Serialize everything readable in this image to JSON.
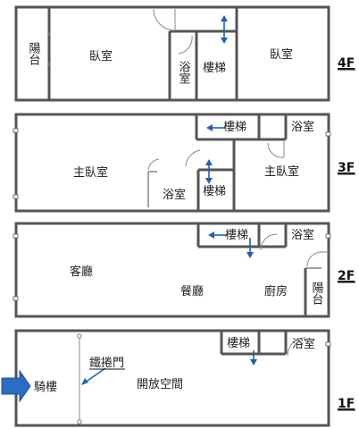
{
  "floors": {
    "f4": {
      "label": "4F",
      "rooms": {
        "balcony": "陽台",
        "bedroom_left": "臥室",
        "bathroom": "浴室",
        "stairs": "樓梯",
        "bedroom_right": "臥室"
      }
    },
    "f3": {
      "label": "3F",
      "rooms": {
        "stairs_top": "樓梯",
        "bathroom_right": "浴室",
        "master_left": "主臥室",
        "master_right": "主臥室",
        "bathroom_mid": "浴室",
        "stairs_mid": "樓梯"
      }
    },
    "f2": {
      "label": "2F",
      "rooms": {
        "stairs": "樓梯",
        "bathroom": "浴室",
        "living": "客廳",
        "dining": "餐廳",
        "kitchen": "廚房",
        "balcony": "陽台"
      }
    },
    "f1": {
      "label": "1F",
      "rooms": {
        "stairs": "樓梯",
        "bathroom": "浴室",
        "arcade": "騎樓",
        "open_space": "開放空間",
        "rolling_door": "鐵捲門"
      }
    }
  },
  "colors": {
    "arrow_blue": "#1f5fb8",
    "walls": "#555555",
    "entrance_arrow": "#2b6cc4"
  }
}
